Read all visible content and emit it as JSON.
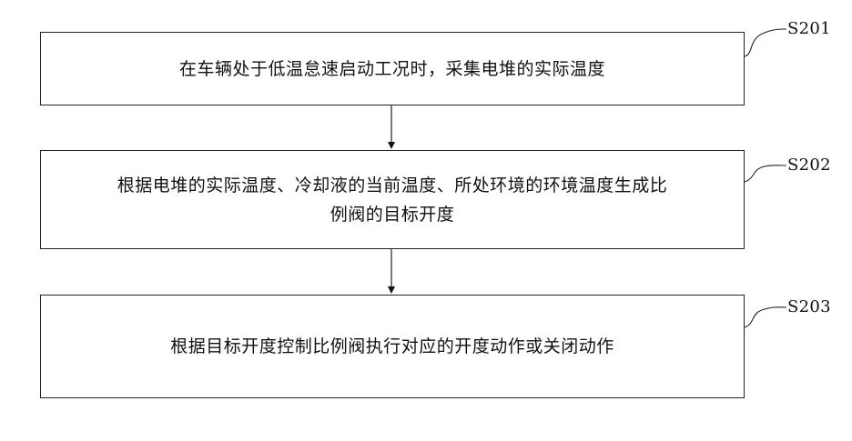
{
  "steps": [
    {
      "id": "S201",
      "text": "在车辆处于低温怠速启动工况时，采集电堆的实际温度"
    },
    {
      "id": "S202",
      "text": "根据电堆的实际温度、冷却液的当前温度、所处环境的环境温度生成比\n例阀的目标开度"
    },
    {
      "id": "S203",
      "text": "根据目标开度控制比例阀执行对应的开度动作或关闭动作"
    }
  ]
}
